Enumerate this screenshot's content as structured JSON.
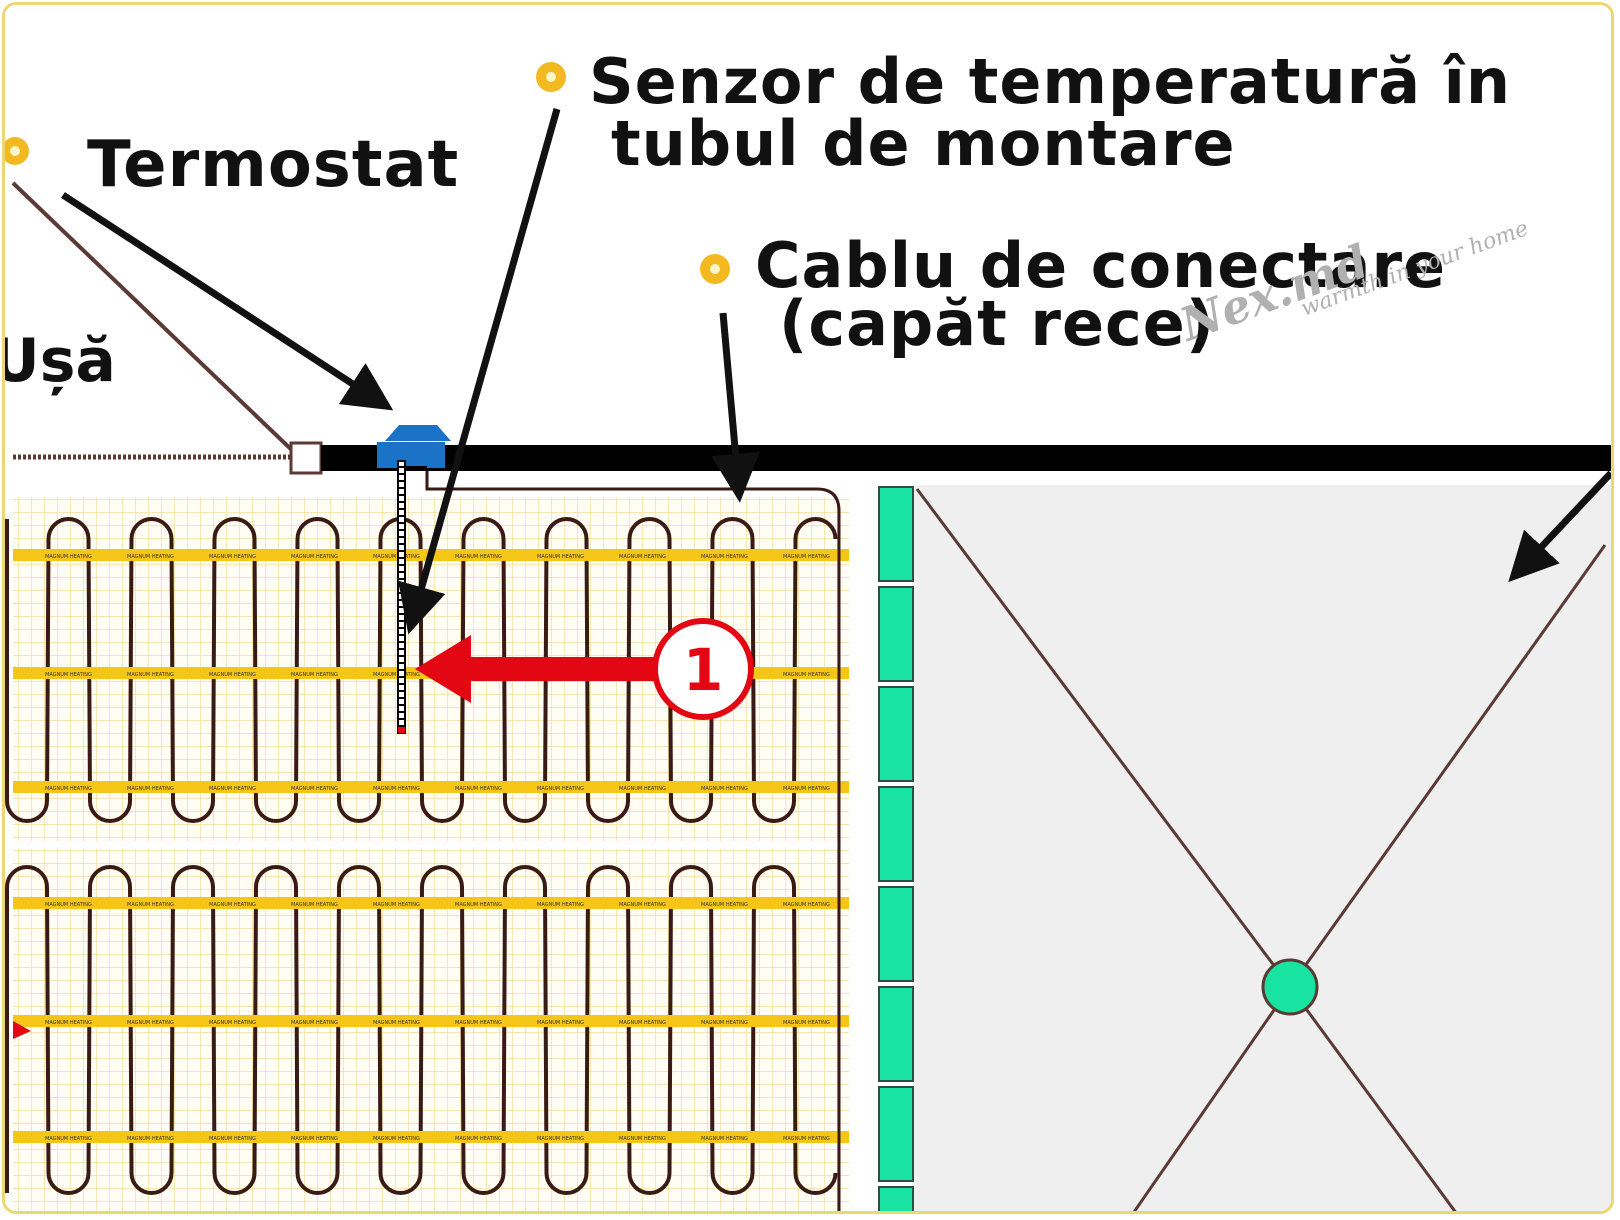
{
  "labels": {
    "termostat": "Termostat",
    "usa": "Ușă",
    "senzor_line1": "Senzor de temperatură în",
    "senzor_line2": "tubul de montare",
    "cablu_line1": "Cablu de conectare",
    "cablu_line2": "(capăt rece)"
  },
  "step_marker": "1",
  "watermark": {
    "brand": "Nex.md",
    "slogan": "warmth in your home"
  },
  "mat_label": "MAGNUM HEATING",
  "colors": {
    "mat_stripe": "#f5c518",
    "mat_grid": "#f2d68c",
    "cable": "#3a1b14",
    "cold_lead": "#000000",
    "thermostat": "#1a73c6",
    "arrow_red": "#e30613",
    "tile_bar": "#19e3a0",
    "floor": "#efefef",
    "bullet": "#f3b921",
    "frame": "#ecd873"
  },
  "icons": [
    "bullet-icon",
    "thermostat-icon",
    "arrow-left-icon",
    "step-circle-icon"
  ]
}
